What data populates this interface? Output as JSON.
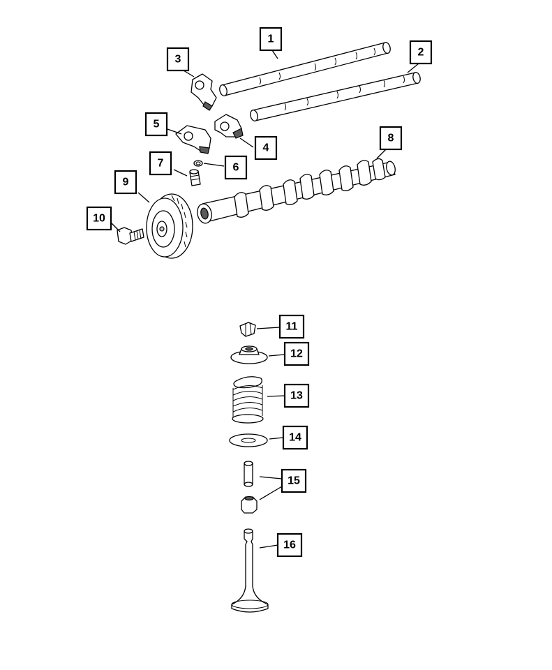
{
  "callouts": [
    {
      "id": "1",
      "label": "1",
      "part": "rocker-shaft"
    },
    {
      "id": "2",
      "label": "2",
      "part": "rocker-shaft"
    },
    {
      "id": "3",
      "label": "3",
      "part": "rocker-arm"
    },
    {
      "id": "4",
      "label": "4",
      "part": "rocker-arm"
    },
    {
      "id": "5",
      "label": "5",
      "part": "rocker-arm"
    },
    {
      "id": "6",
      "label": "6",
      "part": "o-ring"
    },
    {
      "id": "7",
      "label": "7",
      "part": "hydraulic-lash-adjuster"
    },
    {
      "id": "8",
      "label": "8",
      "part": "camshaft"
    },
    {
      "id": "9",
      "label": "9",
      "part": "camshaft-sprocket"
    },
    {
      "id": "10",
      "label": "10",
      "part": "bolt"
    },
    {
      "id": "11",
      "label": "11",
      "part": "valve-retainer-lock"
    },
    {
      "id": "12",
      "label": "12",
      "part": "valve-spring-retainer"
    },
    {
      "id": "13",
      "label": "13",
      "part": "valve-spring"
    },
    {
      "id": "14",
      "label": "14",
      "part": "spring-seat-washer"
    },
    {
      "id": "15",
      "label": "15",
      "part": "valve-stem-seal"
    },
    {
      "id": "16",
      "label": "16",
      "part": "valve"
    }
  ]
}
